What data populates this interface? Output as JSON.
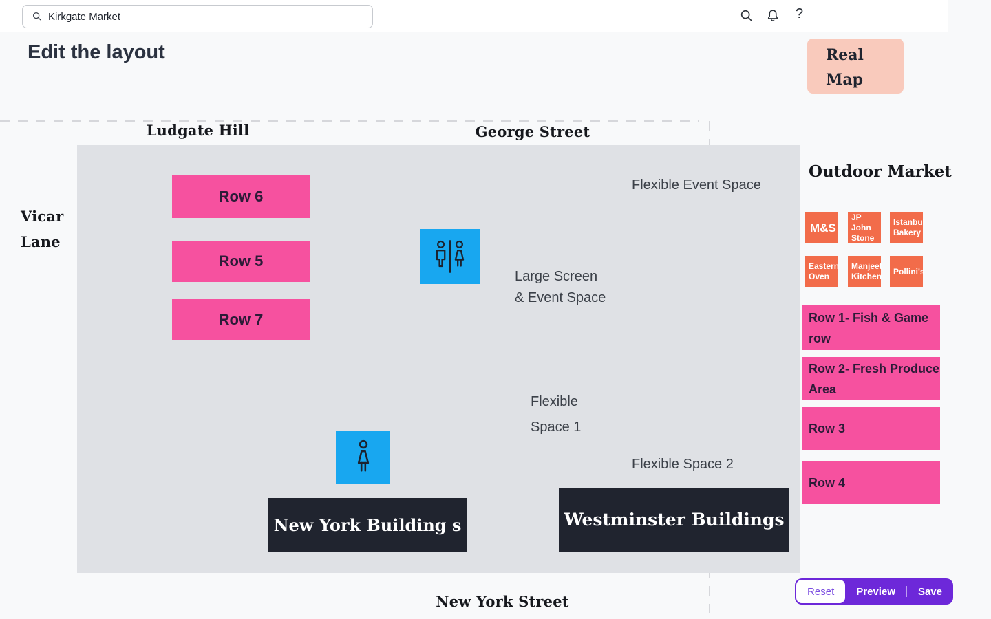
{
  "topbar": {
    "search_value": "Kirkgate Market",
    "help_label": "?"
  },
  "page": {
    "title": "Edit the layout",
    "real_map_line1": "Real",
    "real_map_line2": "Map"
  },
  "streets": {
    "top_left": "Ludgate Hill",
    "top_right": "George Street",
    "left_line1": "Vicar",
    "left_line2": "Lane",
    "bottom": "New York Street"
  },
  "map": {
    "rows": [
      "Row 6",
      "Row 5",
      "Row 7"
    ],
    "labels": {
      "flexible_event_space": "Flexible Event Space",
      "large_screen_line1": "Large Screen",
      "large_screen_line2": "& Event Space",
      "flexible1_line1": "Flexible",
      "flexible1_line2": "Space 1",
      "flexible_space_2": "Flexible Space 2"
    },
    "buildings": [
      "New York Building s",
      "Westminster Buildings"
    ]
  },
  "sidebar": {
    "title": "Outdoor Market",
    "vendors": [
      "M&S",
      "JP John Stone",
      "Istanbul Bakery",
      "Eastern Oven",
      "Manjeet Kitchen",
      "Pollini's"
    ],
    "rows": [
      "Row 1- Fish & Game row",
      "Row 2- Fresh Produce Area",
      "Row 3",
      "Row 4"
    ]
  },
  "actions": {
    "reset": "Reset",
    "preview": "Preview",
    "save": "Save"
  },
  "colors": {
    "pink": "#f6519f",
    "orange": "#f26c4a",
    "blue": "#18a7f0",
    "building_dark": "#20242f",
    "peach": "#f9cabc",
    "purple": "#6d28d9",
    "map_gray": "#dfe1e5"
  }
}
